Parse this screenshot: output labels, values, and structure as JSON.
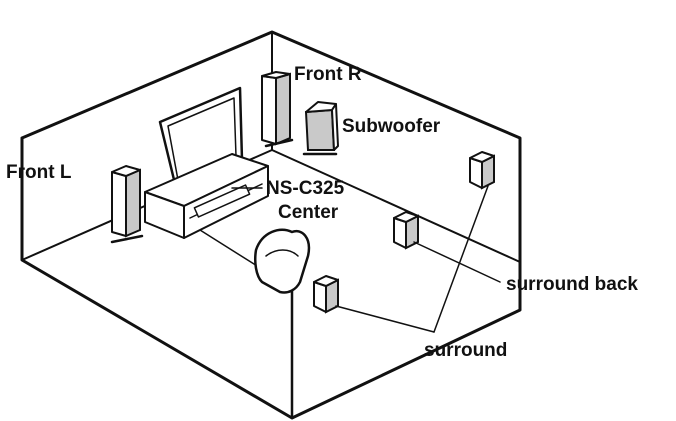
{
  "labels": {
    "front_r": "Front R",
    "subwoofer": "Subwoofer",
    "front_l": "Front L",
    "center_model": "NS-C325",
    "center": "Center",
    "surround_back": "surround back",
    "surround": "surround"
  },
  "colors": {
    "line": "#111111",
    "speaker_panel": "#c9c9c9",
    "background": "#ffffff"
  }
}
